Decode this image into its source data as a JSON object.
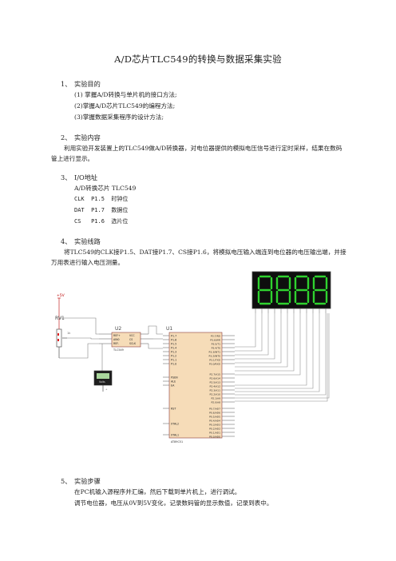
{
  "title": "A/D芯片TLC549的转换与数据采集实验",
  "s1": {
    "num": "1、",
    "head": "实验目的",
    "items": [
      "(1) 掌握A/D转换与单片机的接口方法;",
      "(2)掌握A/D芯片TLC549的编程方法;",
      "(3)掌握数据采集程序的设计方法;"
    ]
  },
  "s2": {
    "num": "2、",
    "head": "实验内容",
    "text": "利用实验开发装置上的TLC549做A/D转换器，对电位器提供的模拟电压信号进行定时采样，结果在数码管上进行显示。"
  },
  "s3": {
    "num": "3、",
    "head": "I/O地址",
    "lines": [
      "A/D转换芯片  TLC549",
      "CLK  P1.5  时钟位",
      "DAT  P1.7  数据位",
      "CS   P1.6  选片位"
    ]
  },
  "s4": {
    "num": "4、",
    "head": "实验线路",
    "text": "将TLC549的CLK接P1.5、DAT接P1.7、CS接P1.6，将模拟电压输入端连到电位器的电压输出端，并接万用表进行输入电压测量。"
  },
  "s5": {
    "num": "5、",
    "head": "实验步骤",
    "lines": [
      "在PC机输入源程序并汇编，然后下载到单片机上，进行调试。",
      "调节电位器，电压从0V到5V变化，记录数码管的显示数值，记录到表中。"
    ]
  },
  "circuit": {
    "vcc": "+5V",
    "rv1": "RV1",
    "u2": "U2",
    "u1": "U1",
    "u2_chip": "TLC549",
    "u1_chip": "AT89C51",
    "meter": "Volts",
    "u2_pins_left": [
      "REF+",
      "AIN0",
      "REF-"
    ],
    "u2_pins_right": [
      "VCC",
      "CS",
      "SCLK"
    ],
    "u1_left_pins": [
      "P1.7",
      "P1.6",
      "P1.5",
      "P1.4",
      "P1.3",
      "P1.2",
      "P1.1",
      "P1.0"
    ],
    "u1_mid_pins": [
      "PSEN",
      "ALE",
      "EA"
    ],
    "u1_low_pins": [
      "RST",
      "XTAL2",
      "XTAL1"
    ],
    "u1_right_p3": [
      "P3.7/RD",
      "P3.6/WR",
      "P3.5/T1",
      "P3.4/T0",
      "P3.3/INT1",
      "P3.2/INT0",
      "P3.1/TXD",
      "P3.0/RXD"
    ],
    "u1_right_p2": [
      "P2.7/A15",
      "P2.6/A14",
      "P2.5/A13",
      "P2.4/A12",
      "P2.3/A11",
      "P2.2/A10",
      "P2.1/A9",
      "P2.0/A8"
    ],
    "u1_right_p0": [
      "P0.7/AD7",
      "P0.6/AD6",
      "P0.5/AD5",
      "P0.4/AD4",
      "P0.3/AD3",
      "P0.2/AD2",
      "P0.1/AD1",
      "P0.0/AD0"
    ]
  }
}
